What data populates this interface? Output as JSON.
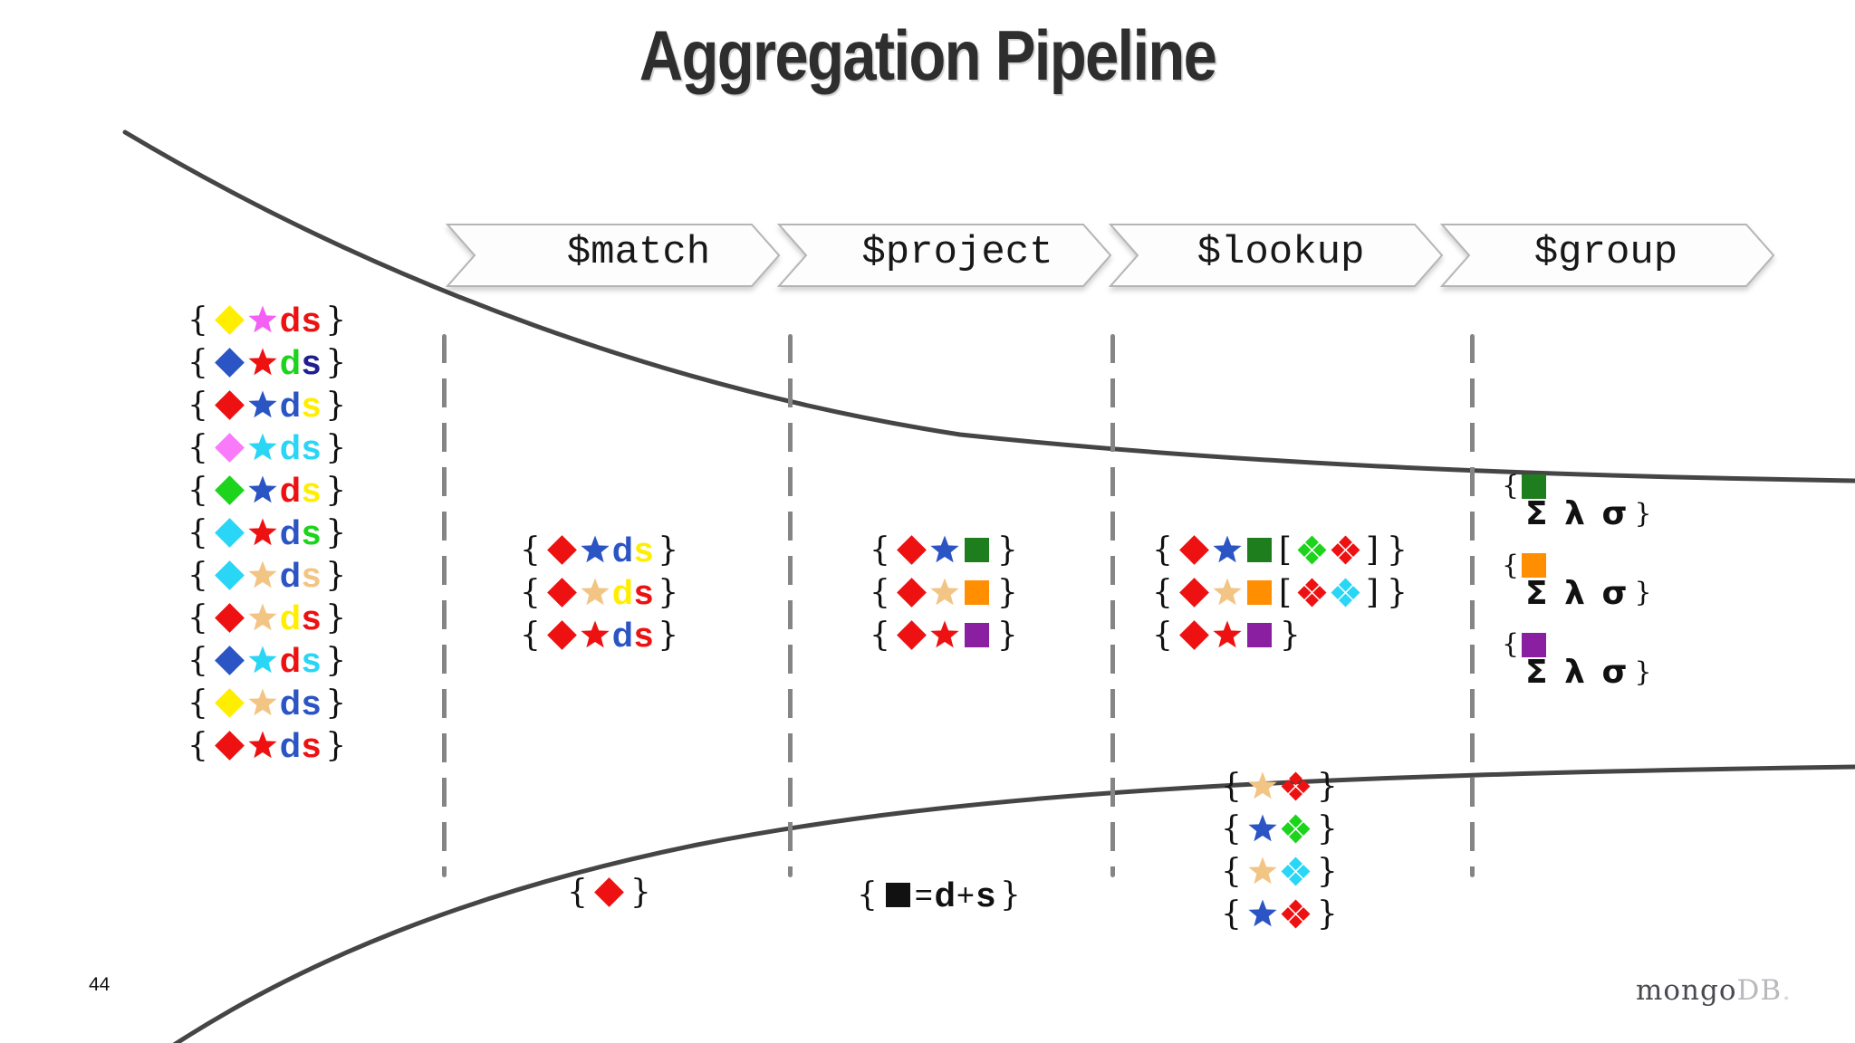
{
  "title": "Aggregation Pipeline",
  "page_number": "44",
  "logo": {
    "primary": "mongo",
    "secondary": "DB",
    "period": "."
  },
  "stages": [
    {
      "label": "$match"
    },
    {
      "label": "$project"
    },
    {
      "label": "$lookup"
    },
    {
      "label": "$group"
    }
  ],
  "colors": {
    "red": "#ee1111",
    "blue": "#2b54c4",
    "navy": "#1f1f8f",
    "green": "#1bd41b",
    "dark_green": "#1e7e1e",
    "cyan": "#29d6f5",
    "magenta": "#f45ff4",
    "pink": "#fa7bfa",
    "yellow": "#ffee00",
    "tan": "#f2c584",
    "orange": "#ff8f00",
    "purple": "#8b1fa2",
    "black": "#111111",
    "curve": "#454545",
    "dash": "#858585"
  },
  "input_docs": [
    [
      {
        "type": "brace",
        "ch": "{"
      },
      {
        "type": "diamond",
        "color": "#ffee00"
      },
      {
        "type": "star",
        "color": "#f45ff4"
      },
      {
        "type": "letter",
        "ch": "d",
        "color": "#ee1111"
      },
      {
        "type": "letter",
        "ch": "s",
        "color": "#ee1111"
      },
      {
        "type": "brace",
        "ch": "}"
      }
    ],
    [
      {
        "type": "brace",
        "ch": "{"
      },
      {
        "type": "diamond",
        "color": "#2b54c4"
      },
      {
        "type": "star",
        "color": "#ee1111"
      },
      {
        "type": "letter",
        "ch": "d",
        "color": "#1bd41b"
      },
      {
        "type": "letter",
        "ch": "s",
        "color": "#1f1f8f"
      },
      {
        "type": "brace",
        "ch": "}"
      }
    ],
    [
      {
        "type": "brace",
        "ch": "{"
      },
      {
        "type": "diamond",
        "color": "#ee1111"
      },
      {
        "type": "star",
        "color": "#2b54c4"
      },
      {
        "type": "letter",
        "ch": "d",
        "color": "#2b54c4"
      },
      {
        "type": "letter",
        "ch": "s",
        "color": "#ffee00"
      },
      {
        "type": "brace",
        "ch": "}"
      }
    ],
    [
      {
        "type": "brace",
        "ch": "{"
      },
      {
        "type": "diamond",
        "color": "#fa7bfa"
      },
      {
        "type": "star",
        "color": "#29d6f5"
      },
      {
        "type": "letter",
        "ch": "d",
        "color": "#29d6f5"
      },
      {
        "type": "letter",
        "ch": "s",
        "color": "#29d6f5"
      },
      {
        "type": "brace",
        "ch": "}"
      }
    ],
    [
      {
        "type": "brace",
        "ch": "{"
      },
      {
        "type": "diamond",
        "color": "#1bd41b"
      },
      {
        "type": "star",
        "color": "#2b54c4"
      },
      {
        "type": "letter",
        "ch": "d",
        "color": "#ee1111"
      },
      {
        "type": "letter",
        "ch": "s",
        "color": "#ffee00"
      },
      {
        "type": "brace",
        "ch": "}"
      }
    ],
    [
      {
        "type": "brace",
        "ch": "{"
      },
      {
        "type": "diamond",
        "color": "#29d6f5"
      },
      {
        "type": "star",
        "color": "#ee1111"
      },
      {
        "type": "letter",
        "ch": "d",
        "color": "#2b54c4"
      },
      {
        "type": "letter",
        "ch": "s",
        "color": "#1bd41b"
      },
      {
        "type": "brace",
        "ch": "}"
      }
    ],
    [
      {
        "type": "brace",
        "ch": "{"
      },
      {
        "type": "diamond",
        "color": "#29d6f5"
      },
      {
        "type": "star",
        "color": "#f2c584"
      },
      {
        "type": "letter",
        "ch": "d",
        "color": "#2b54c4"
      },
      {
        "type": "letter",
        "ch": "s",
        "color": "#f2c584"
      },
      {
        "type": "brace",
        "ch": "}"
      }
    ],
    [
      {
        "type": "brace",
        "ch": "{"
      },
      {
        "type": "diamond",
        "color": "#ee1111"
      },
      {
        "type": "star",
        "color": "#f2c584"
      },
      {
        "type": "letter",
        "ch": "d",
        "color": "#ffee00"
      },
      {
        "type": "letter",
        "ch": "s",
        "color": "#ee1111"
      },
      {
        "type": "brace",
        "ch": "}"
      }
    ],
    [
      {
        "type": "brace",
        "ch": "{"
      },
      {
        "type": "diamond",
        "color": "#2b54c4"
      },
      {
        "type": "star",
        "color": "#29d6f5"
      },
      {
        "type": "letter",
        "ch": "d",
        "color": "#ee1111"
      },
      {
        "type": "letter",
        "ch": "s",
        "color": "#29d6f5"
      },
      {
        "type": "brace",
        "ch": "}"
      }
    ],
    [
      {
        "type": "brace",
        "ch": "{"
      },
      {
        "type": "diamond",
        "color": "#ffee00"
      },
      {
        "type": "star",
        "color": "#f2c584"
      },
      {
        "type": "letter",
        "ch": "d",
        "color": "#2b54c4"
      },
      {
        "type": "letter",
        "ch": "s",
        "color": "#2b54c4"
      },
      {
        "type": "brace",
        "ch": "}"
      }
    ],
    [
      {
        "type": "brace",
        "ch": "{"
      },
      {
        "type": "diamond",
        "color": "#ee1111"
      },
      {
        "type": "star",
        "color": "#ee1111"
      },
      {
        "type": "letter",
        "ch": "d",
        "color": "#2b54c4"
      },
      {
        "type": "letter",
        "ch": "s",
        "color": "#ee1111"
      },
      {
        "type": "brace",
        "ch": "}"
      }
    ]
  ],
  "match_docs": [
    [
      {
        "type": "brace",
        "ch": "{"
      },
      {
        "type": "diamond",
        "color": "#ee1111"
      },
      {
        "type": "star",
        "color": "#2b54c4"
      },
      {
        "type": "letter",
        "ch": "d",
        "color": "#2b54c4"
      },
      {
        "type": "letter",
        "ch": "s",
        "color": "#ffee00"
      },
      {
        "type": "brace",
        "ch": "}"
      }
    ],
    [
      {
        "type": "brace",
        "ch": "{"
      },
      {
        "type": "diamond",
        "color": "#ee1111"
      },
      {
        "type": "star",
        "color": "#f2c584"
      },
      {
        "type": "letter",
        "ch": "d",
        "color": "#ffee00"
      },
      {
        "type": "letter",
        "ch": "s",
        "color": "#ee1111"
      },
      {
        "type": "brace",
        "ch": "}"
      }
    ],
    [
      {
        "type": "brace",
        "ch": "{"
      },
      {
        "type": "diamond",
        "color": "#ee1111"
      },
      {
        "type": "star",
        "color": "#ee1111"
      },
      {
        "type": "letter",
        "ch": "d",
        "color": "#2b54c4"
      },
      {
        "type": "letter",
        "ch": "s",
        "color": "#ee1111"
      },
      {
        "type": "brace",
        "ch": "}"
      }
    ]
  ],
  "project_docs": [
    [
      {
        "type": "brace",
        "ch": "{"
      },
      {
        "type": "diamond",
        "color": "#ee1111"
      },
      {
        "type": "star",
        "color": "#2b54c4"
      },
      {
        "type": "square",
        "color": "#1e7e1e"
      },
      {
        "type": "brace",
        "ch": "}"
      }
    ],
    [
      {
        "type": "brace",
        "ch": "{"
      },
      {
        "type": "diamond",
        "color": "#ee1111"
      },
      {
        "type": "star",
        "color": "#f2c584"
      },
      {
        "type": "square",
        "color": "#ff8f00"
      },
      {
        "type": "brace",
        "ch": "}"
      }
    ],
    [
      {
        "type": "brace",
        "ch": "{"
      },
      {
        "type": "diamond",
        "color": "#ee1111"
      },
      {
        "type": "star",
        "color": "#ee1111"
      },
      {
        "type": "square",
        "color": "#8b1fa2"
      },
      {
        "type": "brace",
        "ch": "}"
      }
    ]
  ],
  "lookup_docs": [
    [
      {
        "type": "brace",
        "ch": "{"
      },
      {
        "type": "diamond",
        "color": "#ee1111"
      },
      {
        "type": "star",
        "color": "#2b54c4"
      },
      {
        "type": "square",
        "color": "#1e7e1e"
      },
      {
        "type": "bracket",
        "ch": "["
      },
      {
        "type": "cluster",
        "color": "#1bd41b"
      },
      {
        "type": "cluster",
        "color": "#ee1111"
      },
      {
        "type": "bracket",
        "ch": "]"
      },
      {
        "type": "brace",
        "ch": "}"
      }
    ],
    [
      {
        "type": "brace",
        "ch": "{"
      },
      {
        "type": "diamond",
        "color": "#ee1111"
      },
      {
        "type": "star",
        "color": "#f2c584"
      },
      {
        "type": "square",
        "color": "#ff8f00"
      },
      {
        "type": "bracket",
        "ch": "["
      },
      {
        "type": "cluster",
        "color": "#ee1111"
      },
      {
        "type": "cluster",
        "color": "#29d6f5"
      },
      {
        "type": "bracket",
        "ch": "]"
      },
      {
        "type": "brace",
        "ch": "}"
      }
    ],
    [
      {
        "type": "brace",
        "ch": "{"
      },
      {
        "type": "diamond",
        "color": "#ee1111"
      },
      {
        "type": "star",
        "color": "#ee1111"
      },
      {
        "type": "square",
        "color": "#8b1fa2"
      },
      {
        "type": "brace",
        "ch": "}"
      }
    ]
  ],
  "group_docs": [
    {
      "open": "{",
      "square_color": "#1e7e1e",
      "ops": "Σ λ σ",
      "close": "}"
    },
    {
      "open": "{",
      "square_color": "#ff8f00",
      "ops": "Σ λ σ",
      "close": "}"
    },
    {
      "open": "{",
      "square_color": "#8b1fa2",
      "ops": "Σ λ σ",
      "close": "}"
    }
  ],
  "dropped_docs": [
    [
      {
        "type": "brace",
        "ch": "{"
      },
      {
        "type": "diamond",
        "color": "#ee1111"
      },
      {
        "type": "brace",
        "ch": "}"
      }
    ]
  ],
  "note_docs": [
    [
      {
        "type": "brace",
        "ch": "{"
      },
      {
        "type": "square",
        "color": "#111111"
      },
      {
        "type": "sym",
        "ch": "="
      },
      {
        "type": "letter",
        "ch": "d",
        "color": "#111111"
      },
      {
        "type": "sym",
        "ch": "+"
      },
      {
        "type": "letter",
        "ch": "s",
        "color": "#111111"
      },
      {
        "type": "brace",
        "ch": "}"
      }
    ]
  ],
  "lookup_collection_docs": [
    [
      {
        "type": "brace",
        "ch": "{"
      },
      {
        "type": "star",
        "color": "#f2c584"
      },
      {
        "type": "cluster",
        "color": "#ee1111"
      },
      {
        "type": "brace",
        "ch": "}"
      }
    ],
    [
      {
        "type": "brace",
        "ch": "{"
      },
      {
        "type": "star",
        "color": "#2b54c4"
      },
      {
        "type": "cluster",
        "color": "#1bd41b"
      },
      {
        "type": "brace",
        "ch": "}"
      }
    ],
    [
      {
        "type": "brace",
        "ch": "{"
      },
      {
        "type": "star",
        "color": "#f2c584"
      },
      {
        "type": "cluster",
        "color": "#29d6f5"
      },
      {
        "type": "brace",
        "ch": "}"
      }
    ],
    [
      {
        "type": "brace",
        "ch": "{"
      },
      {
        "type": "star",
        "color": "#2b54c4"
      },
      {
        "type": "cluster",
        "color": "#ee1111"
      },
      {
        "type": "brace",
        "ch": "}"
      }
    ]
  ]
}
